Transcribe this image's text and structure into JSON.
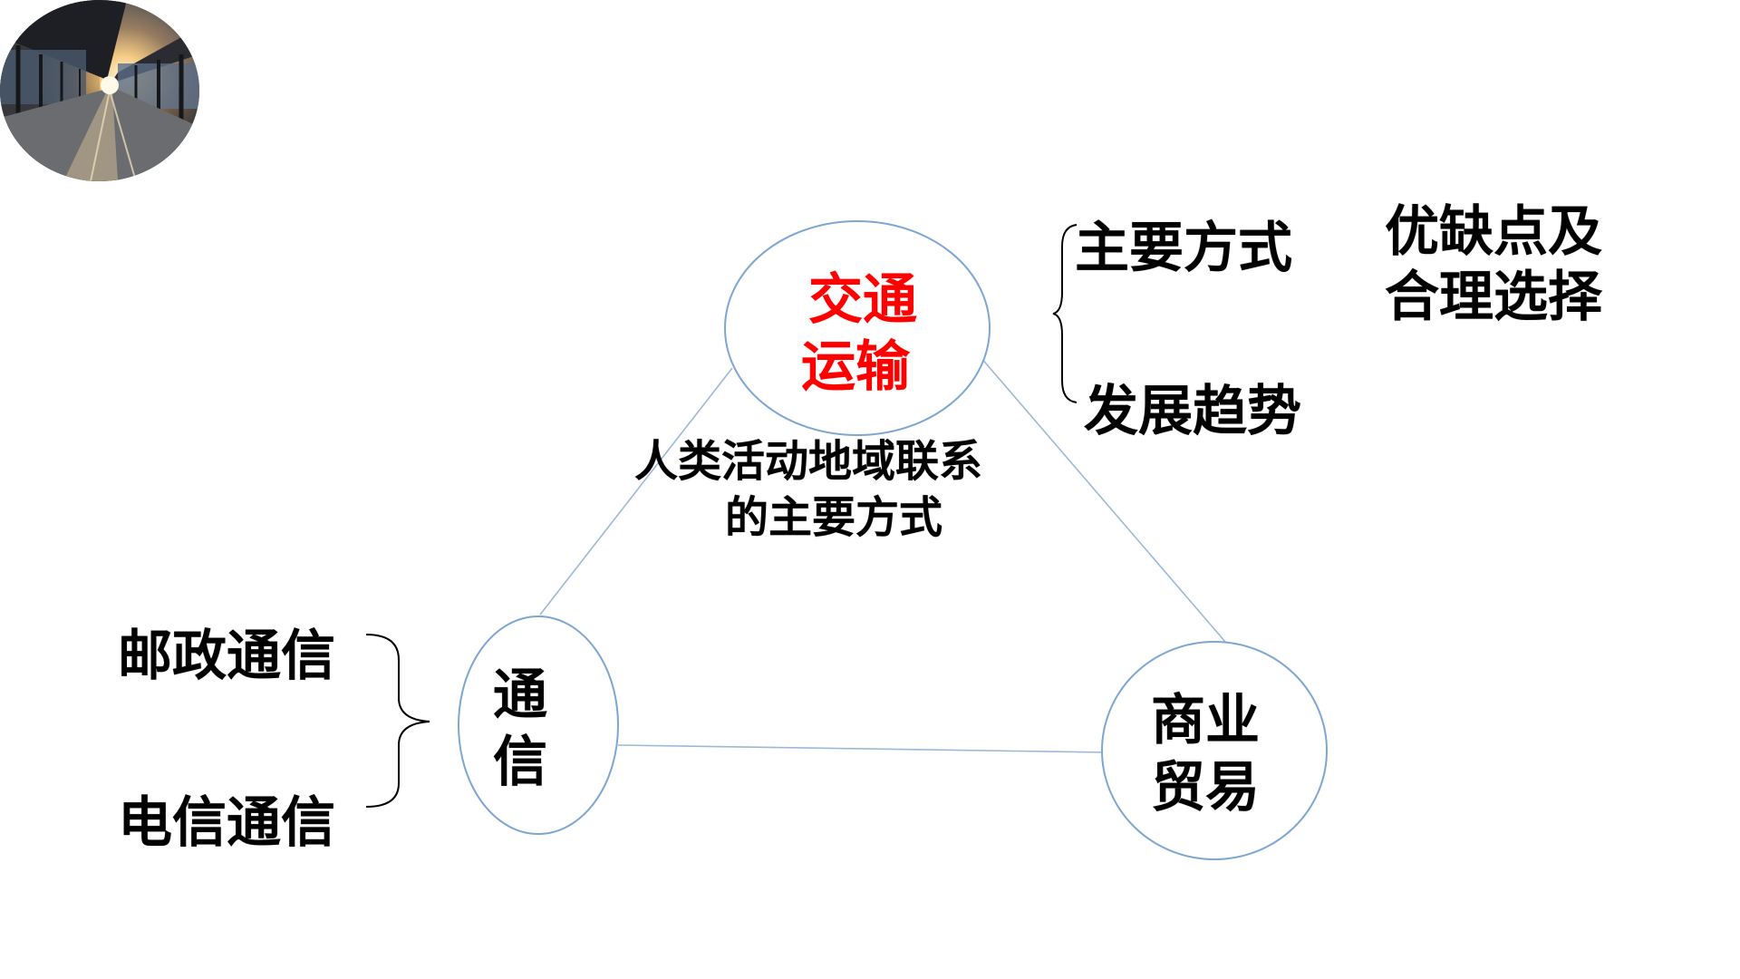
{
  "nodes": {
    "transport": {
      "line1": "交通",
      "line2": "运输",
      "color": "#ff0000"
    },
    "communication": {
      "line1": "通",
      "line2": "信"
    },
    "trade": {
      "line1": "商业",
      "line2": "贸易"
    }
  },
  "center_label": {
    "line1": "人类活动地域联系",
    "line2": "的主要方式"
  },
  "transport_branches": {
    "main_modes": "主要方式",
    "trends": "发展趋势",
    "pros_cons_line1": "优缺点及",
    "pros_cons_line2": "合理选择"
  },
  "communication_branches": {
    "postal": "邮政通信",
    "telecom": "电信通信"
  },
  "colors": {
    "node_stroke": "#7da6d2",
    "edge_stroke": "#9bb8d8",
    "accent": "#ff0000",
    "text": "#000000"
  },
  "decoration": {
    "photo": "railway-corridor-sunset-image"
  }
}
